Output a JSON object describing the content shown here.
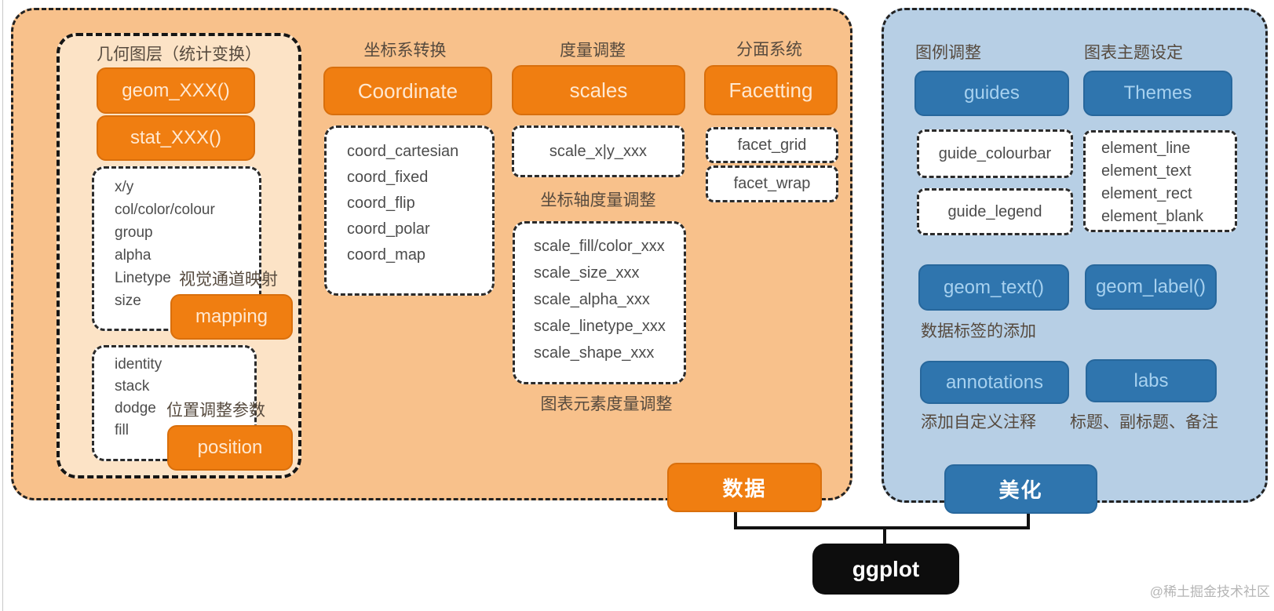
{
  "orange": {
    "geometry": {
      "heading": "几何图层（统计变换）",
      "geom_button": "geom_XXX()",
      "stat_button": "stat_XXX()",
      "aes_items": [
        "x/y",
        "col/color/colour",
        "group",
        "alpha",
        "Linetype",
        "size"
      ],
      "aes_note": "视觉通道映射",
      "mapping_button": "mapping",
      "pos_items": [
        "identity",
        "stack",
        "dodge",
        "fill"
      ],
      "pos_note": "位置调整参数",
      "position_button": "position"
    },
    "coordinate": {
      "heading": "坐标系转换",
      "button": "Coordinate",
      "items": [
        "coord_cartesian",
        "coord_fixed",
        "coord_flip",
        "coord_polar",
        "coord_map"
      ]
    },
    "scales": {
      "heading": "度量调整",
      "button": "scales",
      "axis_box": "scale_x|y_xxx",
      "axis_caption": "坐标轴度量调整",
      "element_items": [
        "scale_fill/color_xxx",
        "scale_size_xxx",
        "scale_alpha_xxx",
        "scale_linetype_xxx",
        "scale_shape_xxx"
      ],
      "element_caption": "图表元素度量调整"
    },
    "facet": {
      "heading": "分面系统",
      "button": "Facetting",
      "grid_box": "facet_grid",
      "wrap_box": "facet_wrap"
    },
    "data_button": "数据"
  },
  "blue": {
    "guides": {
      "heading": "图例调整",
      "button": "guides",
      "colourbar_box": "guide_colourbar",
      "legend_box": "guide_legend"
    },
    "themes": {
      "heading": "图表主题设定",
      "button": "Themes",
      "items": [
        "element_line",
        "element_text",
        "element_rect",
        "element_blank"
      ]
    },
    "labels": {
      "geom_text_button": "geom_text()",
      "geom_label_button": "geom_label()",
      "caption": "数据标签的添加"
    },
    "annot": {
      "annotations_button": "annotations",
      "labs_button": "labs",
      "annotations_caption": "添加自定义注释",
      "labs_caption": "标题、副标题、备注"
    },
    "beautify_button": "美化"
  },
  "root_label": "ggplot",
  "watermark": "@稀土掘金技术社区",
  "colors": {
    "orange_panel_bg": "#f8c18b",
    "orange_inner_bg": "#fce3c6",
    "orange_button": "#f07e11",
    "blue_panel_bg": "#b7cfe5",
    "blue_button": "#2f75ae",
    "root_box": "#0d0d0d",
    "dashed_border": "#222222",
    "heading_text": "#564a3e"
  }
}
